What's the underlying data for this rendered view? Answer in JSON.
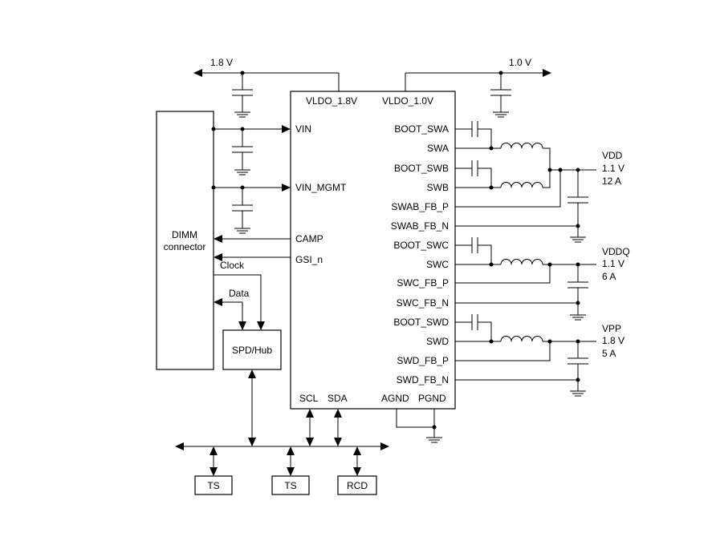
{
  "rails": {
    "left": "1.8 V",
    "right": "1.0 V"
  },
  "pmic": {
    "top_pins": [
      "VLDO_1.8V",
      "VLDO_1.0V"
    ],
    "left_pins": [
      "VIN",
      "VIN_MGMT",
      "CAMP",
      "GSI_n"
    ],
    "right_pins": [
      "BOOT_SWA",
      "SWA",
      "BOOT_SWB",
      "SWB",
      "SWAB_FB_P",
      "SWAB_FB_N",
      "BOOT_SWC",
      "SWC",
      "SWC_FB_P",
      "SWC_FB_N",
      "BOOT_SWD",
      "SWD",
      "SWD_FB_P",
      "SWD_FB_N"
    ],
    "bottom_pins": [
      "SCL",
      "SDA",
      "AGND",
      "PGND"
    ]
  },
  "dimm": {
    "line1": "DIMM",
    "line2": "connector"
  },
  "signals": {
    "clock": "Clock",
    "data": "Data"
  },
  "spd": "SPD/Hub",
  "outputs": [
    {
      "name": "VDD",
      "voltage": "1.1 V",
      "current": "12 A"
    },
    {
      "name": "VDDQ",
      "voltage": "1.1 V",
      "current": "6 A"
    },
    {
      "name": "VPP",
      "voltage": "1.8 V",
      "current": "5 A"
    }
  ],
  "devices": [
    "TS",
    "TS",
    "RCD"
  ]
}
